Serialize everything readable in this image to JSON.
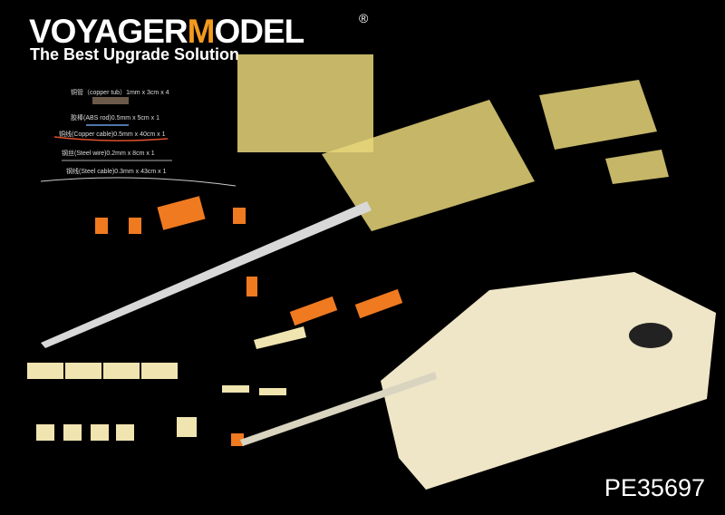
{
  "brand": {
    "name_part1": "VOYAGER",
    "name_part2": "M",
    "name_part3": "ODEL",
    "registered": "®",
    "tagline": "The Best Upgrade Solution"
  },
  "materials": [
    {
      "label": "铜管（copper tub）1mm x 3cm x 4"
    },
    {
      "label": "胶棒(ABS rod)0.5mm x 5cm x 1"
    },
    {
      "label": "铜线(Copper cable)0.5mm x 40cm x 1"
    },
    {
      "label": "钢丝(Steel wire)0.2mm x 8cm x 1"
    },
    {
      "label": "钢线(Steel cable)0.3mm x 43cm x 1"
    }
  ],
  "product_code": "PE35697",
  "colors": {
    "accent": "#f39a1e",
    "brass": "#e8d67a",
    "resin": "#f0e4b0",
    "copper": "#f07a20"
  }
}
